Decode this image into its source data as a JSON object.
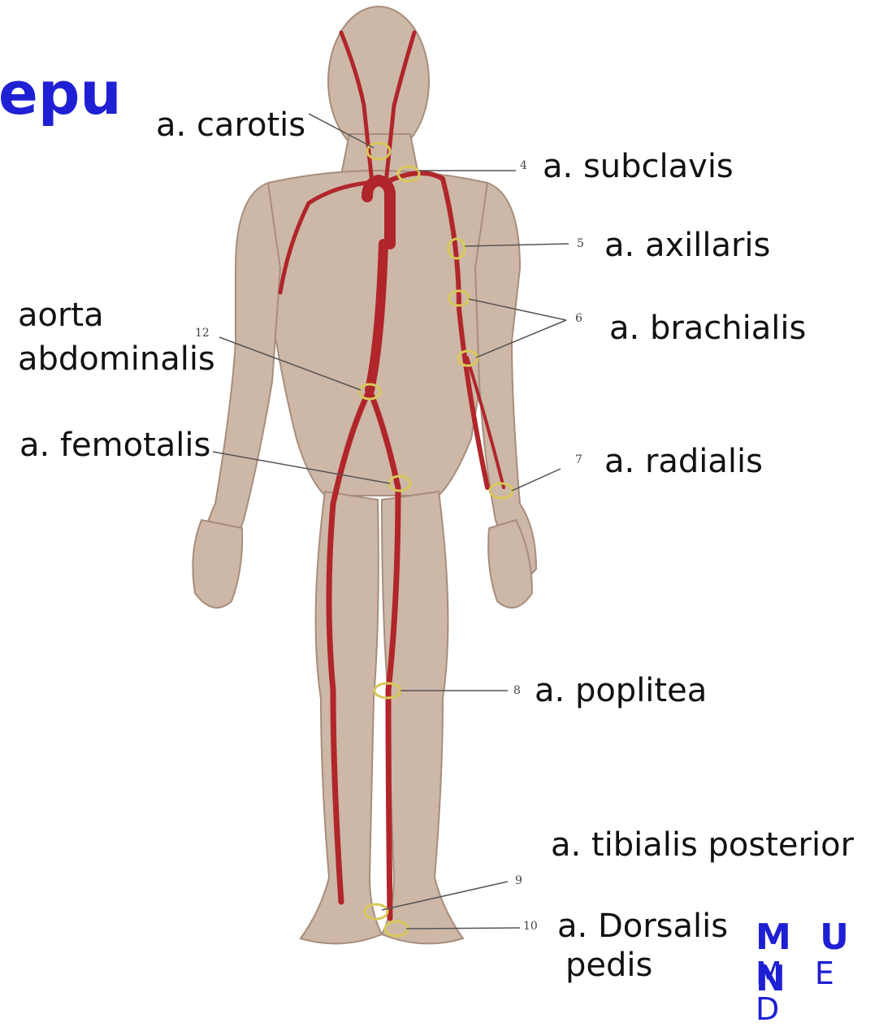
{
  "title": "epu",
  "logo": {
    "line1": "M U N",
    "line2": "M E D"
  },
  "labels": [
    {
      "key": "carotis",
      "text": "a. carotis",
      "number": ""
    },
    {
      "key": "subclavis",
      "text": "a. subclavis",
      "number": "4"
    },
    {
      "key": "axillaris",
      "text": "a. axillaris",
      "number": "5"
    },
    {
      "key": "aorta1",
      "text": "aorta",
      "number": ""
    },
    {
      "key": "aorta2",
      "text": "abdominalis",
      "number": "12"
    },
    {
      "key": "brachialis",
      "text": "a. brachialis",
      "number": "6"
    },
    {
      "key": "femotalis",
      "text": "a. femotalis",
      "number": ""
    },
    {
      "key": "radialis",
      "text": "a. radialis",
      "number": "7"
    },
    {
      "key": "poplitea",
      "text": "a. poplitea",
      "number": "8"
    },
    {
      "key": "tibialis",
      "text": "a. tibialis posterior",
      "number": "9"
    },
    {
      "key": "dorsalis1",
      "text": "a. Dorsalis",
      "number": "10"
    },
    {
      "key": "dorsalis2",
      "text": "pedis",
      "number": ""
    }
  ],
  "colors": {
    "skin": "#cdb7a7",
    "skin_shadow": "#a88d7c",
    "artery": "#b0262a",
    "ring": "#d8c85a",
    "title": "#1f1fd4",
    "leader": "#555555"
  }
}
